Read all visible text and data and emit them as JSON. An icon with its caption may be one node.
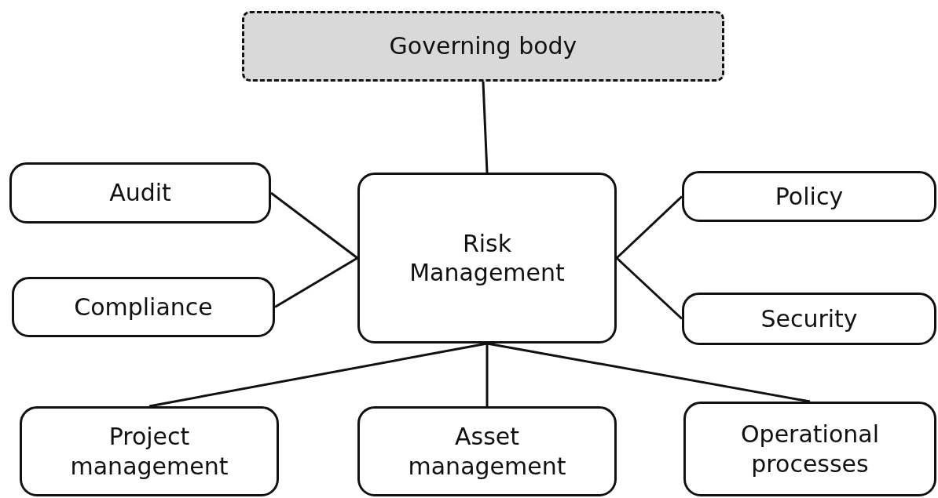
{
  "diagram": {
    "nodes": [
      {
        "text": [
          "Governing body"
        ]
      },
      {
        "text": [
          "Audit"
        ]
      },
      {
        "text": [
          "Risk Management"
        ]
      },
      {
        "text": [
          "Policy"
        ]
      },
      {
        "text": [
          "Compliance"
        ]
      },
      {
        "text": [
          "Security"
        ]
      },
      {
        "text": [
          "Project management"
        ]
      },
      {
        "text": [
          "Asset management"
        ]
      },
      {
        "text": [
          "Operational processes"
        ]
      }
    ],
    "edges": [
      {
        "from": 0,
        "to": 2,
        "arrow": "none"
      },
      {
        "from": 1,
        "to": 2,
        "arrow": "none"
      },
      {
        "from": 4,
        "to": 2,
        "arrow": "none"
      },
      {
        "from": 2,
        "to": 3,
        "arrow": "none"
      },
      {
        "from": 2,
        "to": 5,
        "arrow": "none"
      },
      {
        "from": 2,
        "to": 6,
        "arrow": "none"
      },
      {
        "from": 2,
        "to": 7,
        "arrow": "none"
      },
      {
        "from": 2,
        "to": 8,
        "arrow": "none"
      }
    ]
  }
}
